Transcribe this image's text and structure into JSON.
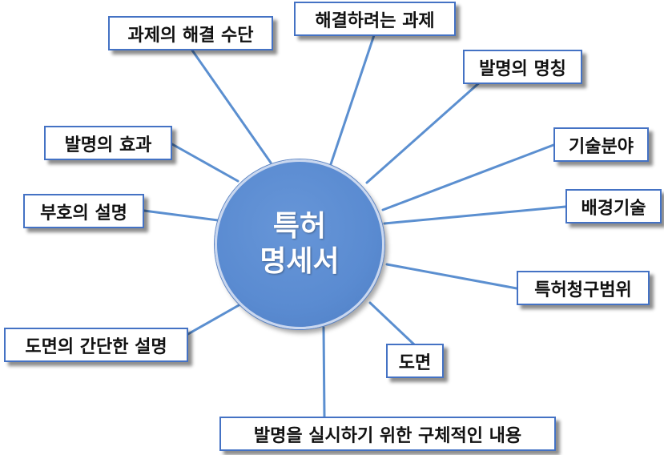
{
  "hub": {
    "line1": "특허",
    "line2": "명세서"
  },
  "items": [
    {
      "id": "problem-solution",
      "label": "과제의 해결 수단"
    },
    {
      "id": "problem-to-solve",
      "label": "해결하려는 과제"
    },
    {
      "id": "invention-title",
      "label": "발명의 명칭"
    },
    {
      "id": "technical-field",
      "label": "기술분야"
    },
    {
      "id": "background-art",
      "label": "배경기술"
    },
    {
      "id": "claims",
      "label": "특허청구범위"
    },
    {
      "id": "drawings",
      "label": "도면"
    },
    {
      "id": "detailed-description",
      "label": "발명을 실시하기 위한 구체적인 내용"
    },
    {
      "id": "drawing-description",
      "label": "도면의 간단한 설명"
    },
    {
      "id": "reference-signs",
      "label": "부호의 설명"
    },
    {
      "id": "invention-effect",
      "label": "발명의 효과"
    }
  ],
  "colors": {
    "connector": "#5b8fd0",
    "box_border": "#4472c4",
    "hub_fill": "#5a8bd1",
    "hub_text": "#ffffff"
  }
}
